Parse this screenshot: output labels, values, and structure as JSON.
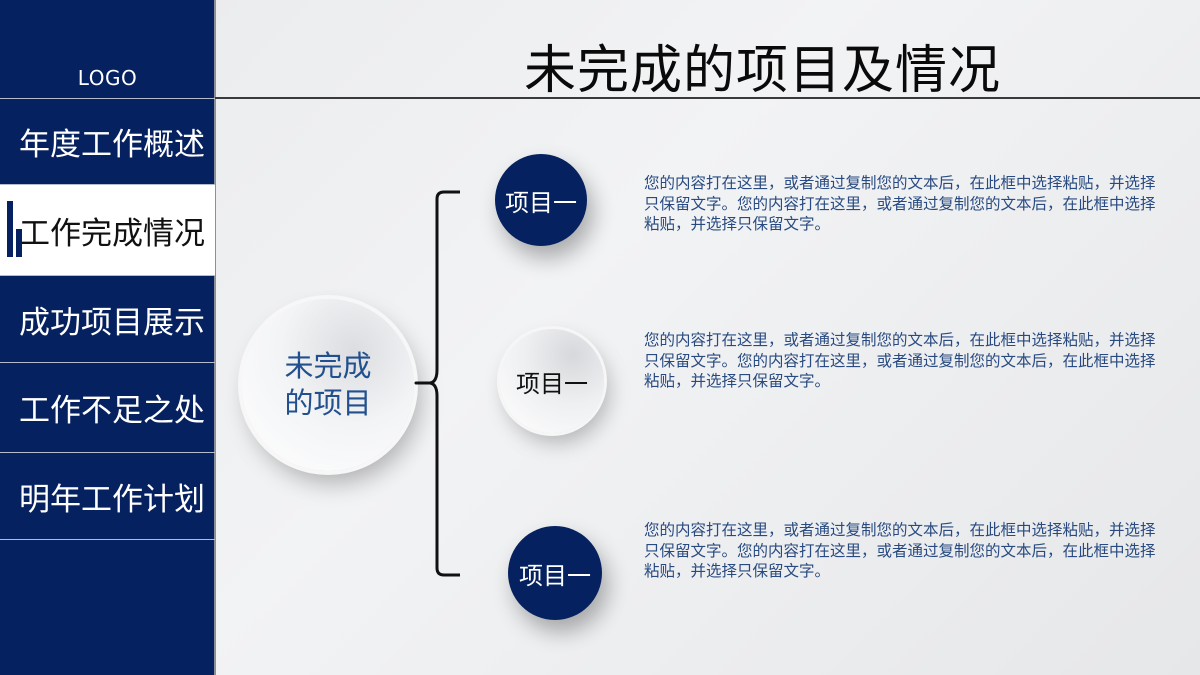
{
  "sidebar": {
    "logo": "LOGO",
    "items": [
      {
        "label": "年度工作概述",
        "active": false
      },
      {
        "label": "工作完成情况",
        "active": true
      },
      {
        "label": "成功项目展示",
        "active": false
      },
      {
        "label": "工作不足之处",
        "active": false
      },
      {
        "label": "明年工作计划",
        "active": false
      }
    ]
  },
  "header": {
    "title": "未完成的项目及情况"
  },
  "diagram": {
    "center_label_line1": "未完成",
    "center_label_line2": "的项目",
    "nodes": [
      {
        "label": "项目一",
        "style": "navy",
        "description": "您的内容打在这里，或者通过复制您的文本后，在此框中选择粘贴，并选择只保留文字。您的内容打在这里，或者通过复制您的文本后，在此框中选择粘贴，并选择只保留文字。"
      },
      {
        "label": "项目一",
        "style": "white",
        "description": "您的内容打在这里，或者通过复制您的文本后，在此框中选择粘贴，并选择只保留文字。您的内容打在这里，或者通过复制您的文本后，在此框中选择粘贴，并选择只保留文字。"
      },
      {
        "label": "项目一",
        "style": "navy",
        "description": "您的内容打在这里，或者通过复制您的文本后，在此框中选择粘贴，并选择只保留文字。您的内容打在这里，或者通过复制您的文本后，在此框中选择粘贴，并选择只保留文字。"
      }
    ]
  },
  "colors": {
    "navy": "#06215f",
    "description_text": "#284a80",
    "center_text": "#22508e"
  }
}
